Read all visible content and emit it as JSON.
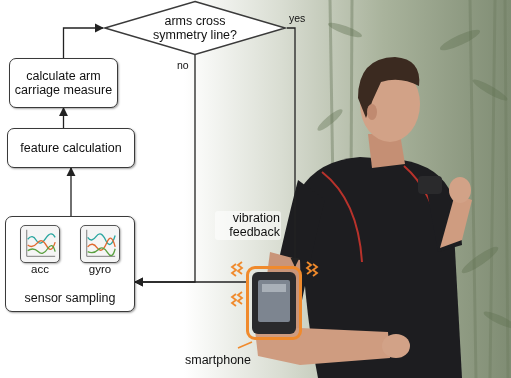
{
  "diagram": {
    "nodes": [
      {
        "text": [
          "arms cross symmetry line?"
        ]
      },
      {
        "text": [
          "calculate arm carriage measure"
        ]
      },
      {
        "text": [
          "feature calculation"
        ]
      },
      {
        "text": [
          "sensor sampling"
        ]
      },
      {
        "text": [
          "acc"
        ],
        "in": 3
      },
      {
        "text": [
          "gyro"
        ],
        "in": 3
      },
      {
        "text": [
          "vibration feedback",
          "smartphone"
        ]
      }
    ],
    "edges": [
      {
        "from": 3,
        "to": 2,
        "arrow": "to"
      },
      {
        "from": 2,
        "to": 1,
        "arrow": "to"
      },
      {
        "from": 1,
        "to": 0,
        "arrow": "to"
      },
      {
        "from": 0,
        "to": 6,
        "label": "yes",
        "arrow": "to"
      },
      {
        "from": 0,
        "to": 3,
        "label": "no",
        "arrow": "to"
      },
      {
        "from": 6,
        "to": 3,
        "arrow": "to"
      }
    ]
  }
}
